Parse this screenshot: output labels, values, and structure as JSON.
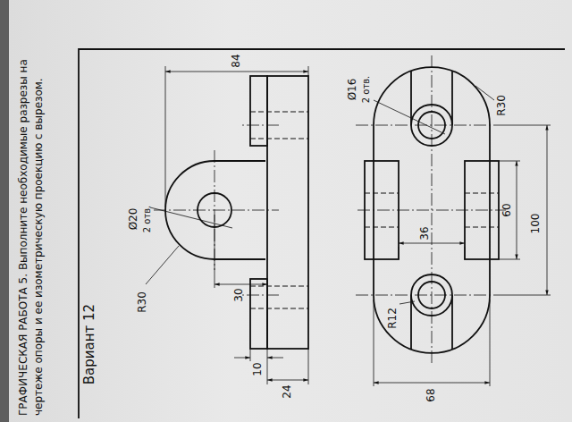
{
  "diagram": {
    "title": "ГРАФИЧЕСКАЯ РАБОТА 5. Выполните необходимые разрезы на чертеже опоры и ее изометрическую проекцию с вырезом.",
    "labels": [
      "Вариант 12",
      "84",
      "Ø20",
      "2 отв.",
      "R30",
      "30",
      "10",
      "24",
      "Ø16",
      "2 отв.",
      "R30",
      "R12",
      "36",
      "60",
      "100",
      "68"
    ]
  }
}
